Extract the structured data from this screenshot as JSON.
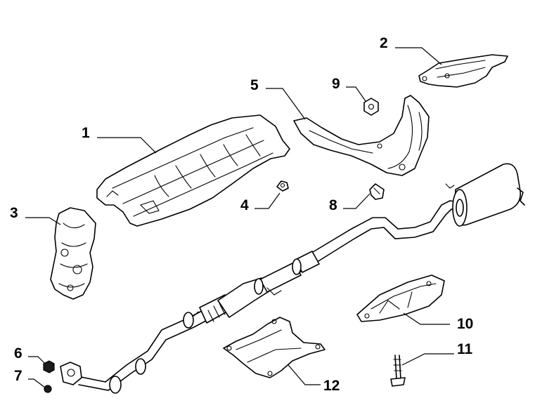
{
  "callouts": [
    {
      "id": "c1",
      "label": "1"
    },
    {
      "id": "c2",
      "label": "2"
    },
    {
      "id": "c3",
      "label": "3"
    },
    {
      "id": "c4",
      "label": "4"
    },
    {
      "id": "c5",
      "label": "5"
    },
    {
      "id": "c6",
      "label": "6"
    },
    {
      "id": "c7",
      "label": "7"
    },
    {
      "id": "c8",
      "label": "8"
    },
    {
      "id": "c9",
      "label": "9"
    },
    {
      "id": "c10",
      "label": "10"
    },
    {
      "id": "c11",
      "label": "11"
    },
    {
      "id": "c12",
      "label": "12"
    }
  ],
  "colors": {
    "line": "#000000",
    "background": "#ffffff"
  }
}
